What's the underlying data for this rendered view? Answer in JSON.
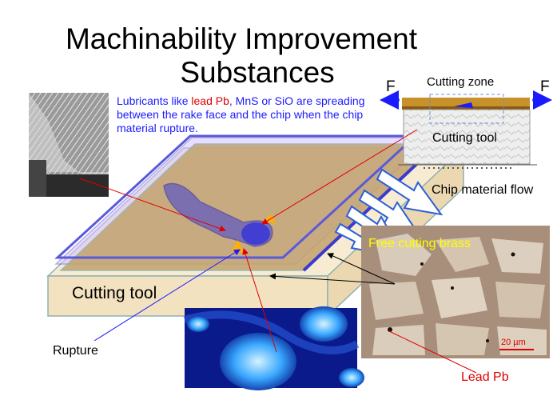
{
  "title": {
    "line1": "Machinability Improvement",
    "line2": "Substances"
  },
  "note": {
    "part1": "Lubricants like ",
    "highlight": "lead Pb",
    "part2": ", MnS or SiO are spreading between the rake face and the chip when the chip material rupture."
  },
  "labels": {
    "force_left": "F",
    "force_right": "F",
    "cutting_zone": "Cutting zone",
    "cutting_tool_inset": "Cutting tool",
    "chip_flow": "Chip material flow",
    "free_cutting_brass": "Free cutting brass",
    "scale_bar": "20 µm",
    "lead_pb": "Lead Pb",
    "cutting_tool_main": "Cutting tool",
    "rupture": "Rupture"
  },
  "colors": {
    "note_text": "#1a1aff",
    "highlight": "#e00000",
    "brass_label": "#ffff00",
    "force_arrow": "#2b5fd9",
    "chip_overlay": "#3f3fd8"
  }
}
